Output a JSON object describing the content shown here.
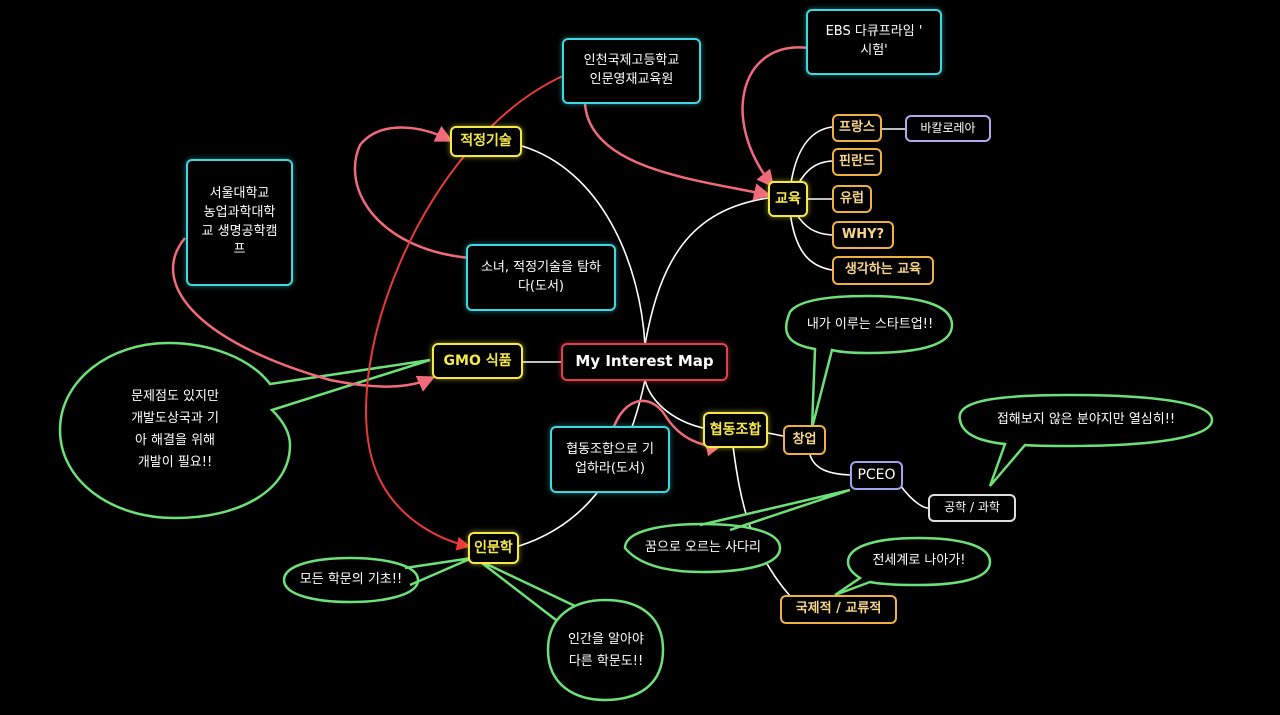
{
  "center": "My Interest Map",
  "branches": {
    "jeokjeong": "적정기술",
    "gmo": "GMO 식품",
    "inmunhak": "인문학",
    "hyeopdong": "협동조합",
    "gyoyuk": "교육"
  },
  "education_items": {
    "france": "프랑스",
    "finland": "핀란드",
    "europe": "유럽",
    "why": "WHY?",
    "thinking": "생각하는 교육",
    "baccalaureat": "바칼로레아"
  },
  "cooperative_items": {
    "changup": "창업",
    "pceo": "PCEO",
    "engineering": "공학 / 과학",
    "global": "국제적 / 교류적"
  },
  "resources": {
    "ebs": "EBS 다큐프라임 '\n시험'",
    "incheon": "인천국제고등학교\n인문영재교육원",
    "snu": "서울대학교\n농업과학대학\n교 생명공학캠\n프",
    "book_tech": "소녀, 적정기술을 탐하\n다(도서)",
    "book_coop": "협동조합으로 기\n업하라(도서)"
  },
  "bubbles": {
    "startup": "내가 이루는 스타트업!!",
    "unfamiliar": "접해보지 않은 분야지만 열심히!!",
    "ladder": "꿈으로 오르는 사다리",
    "worldwide": "전세계로 나아가!",
    "gmo_note": "문제점도 있지만\n개발도상국과 기\n아 해결을 위해\n개발이 필요!!",
    "foundation": "모든 학문의 기초!!",
    "human": "인간을 알아야\n다른 학문도!!"
  },
  "colors": {
    "background": "#000000",
    "center_border": "#e0404a",
    "branch_border": "#f5e94a",
    "sub_border": "#f0b040",
    "resource_border": "#3fd8e0",
    "bubble_border": "#6ee07a",
    "arrow": "#f06a7a",
    "red_arrow": "#e83a3a",
    "connector": "#ffffff"
  }
}
